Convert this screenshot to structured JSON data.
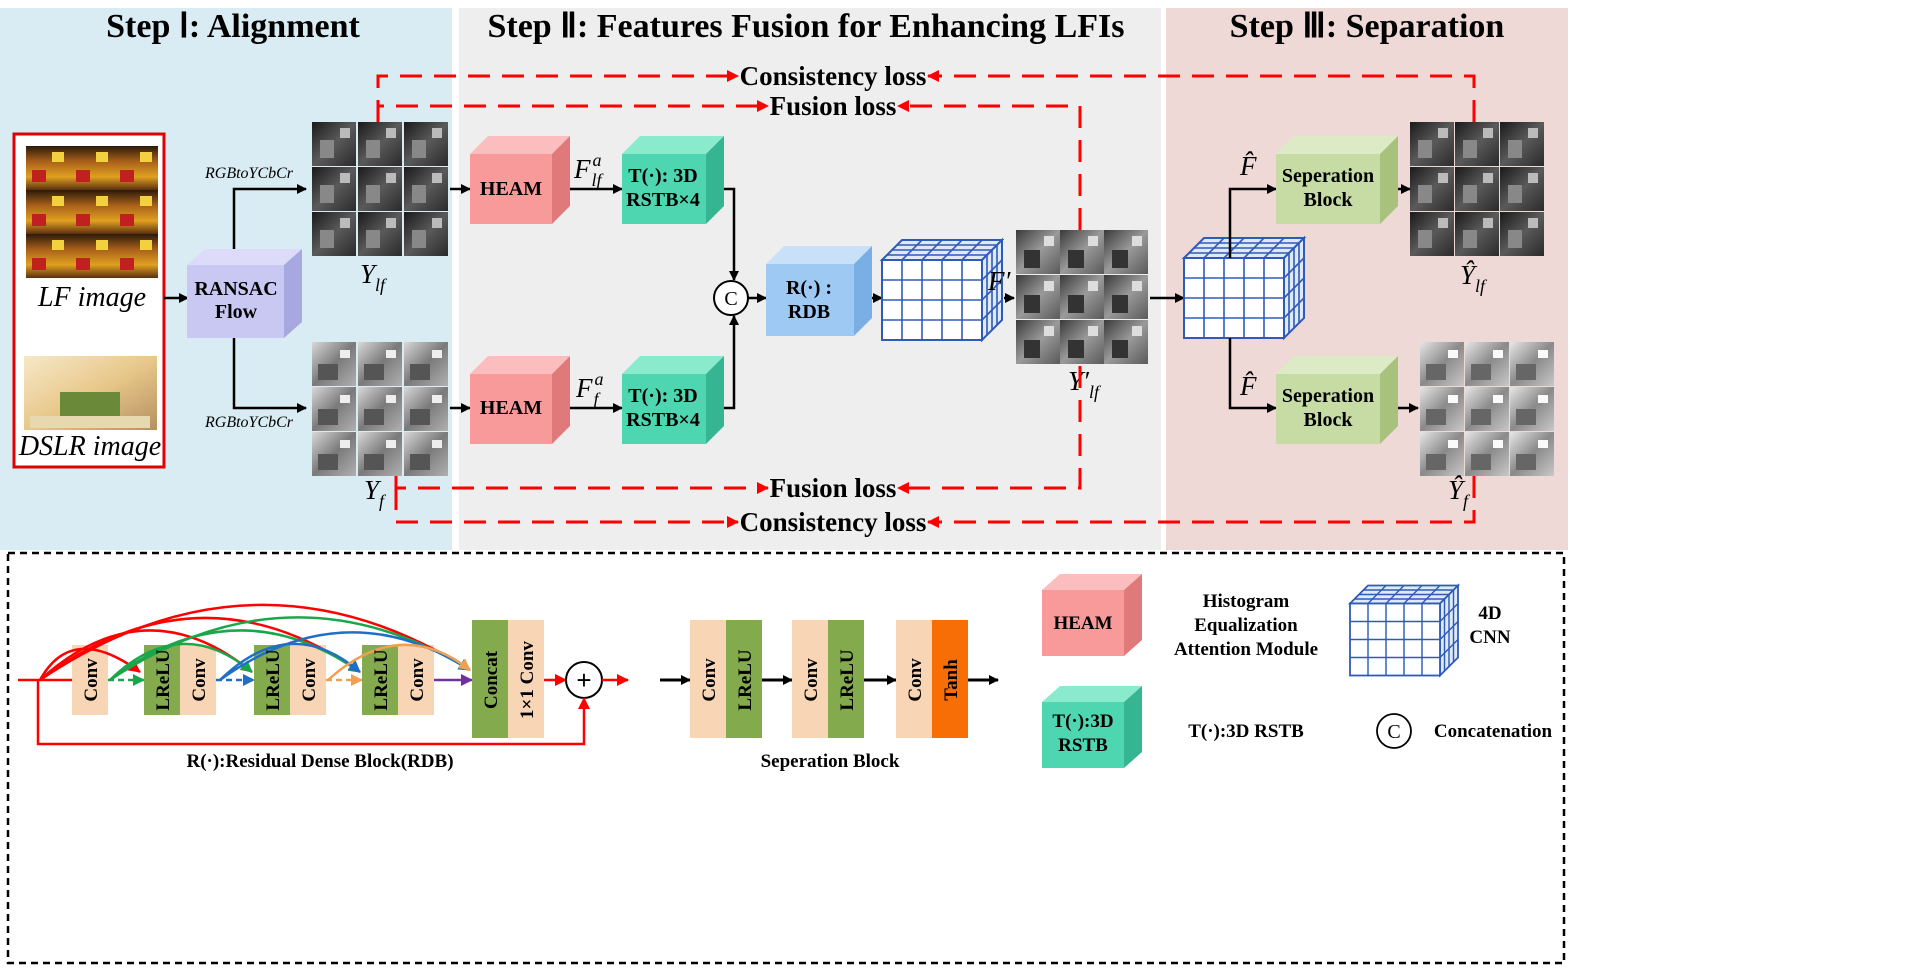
{
  "colors": {
    "step1_bg": "#d9ecf3",
    "step2_bg": "#eeeeee",
    "step3_bg": "#efd9d7",
    "loss_red": "#ff0000",
    "heam": "#f89a9a",
    "rstb": "#4dd6b0",
    "ransac": "#c8c8f2",
    "rdb": "#9dc9f3",
    "sep": "#c6dca4",
    "conv": "#f8d5b5",
    "lrelu": "#83ab4e",
    "tanh": "#f76e07"
  },
  "steps": {
    "s1": "Step Ⅰ: Alignment",
    "s2": "Step Ⅱ: Features Fusion for Enhancing LFIs",
    "s3": "Step Ⅲ: Separation"
  },
  "inputs": {
    "lf": "LF image",
    "dslr": "DSLR image",
    "rgb_to_ycbcr": "RGBtoYCbCr"
  },
  "blocks": {
    "ransac_1": "RANSAC",
    "ransac_2": "Flow",
    "heam": "HEAM",
    "t3d_1": "T(·): 3D",
    "t3d_2": "RSTB×4",
    "concat_symbol": "C",
    "r_1": "R(·) :",
    "r_2": "RDB",
    "sep_1": "Seperation",
    "sep_2": "Block"
  },
  "math": {
    "y_lf": "Y",
    "y_lf_sub": "lf",
    "y_f": "Y",
    "y_f_sub": "f",
    "f_lf_a": "F",
    "f_lf_a_sup": "a",
    "f_lf_a_sub": "lf",
    "f_f_a": "F",
    "f_f_a_sup": "a",
    "f_f_a_sub": "f",
    "f_prime": "F′",
    "y_lf_prime": "Y′",
    "y_lf_prime_sub": "lf",
    "f_hat": "F̂",
    "y_hat_lf": "Ŷ",
    "y_hat_lf_sub": "lf",
    "y_hat_f": "Ŷ",
    "y_hat_f_sub": "f"
  },
  "losses": {
    "consistency_top": "Consistency loss",
    "fusion_top": "Fusion loss",
    "fusion_bottom": "Fusion loss",
    "consistency_bottom": "Consistency loss"
  },
  "legend": {
    "rdb_layers": [
      "Conv",
      "LReLU",
      "Conv",
      "LReLU",
      "Conv",
      "LReLU",
      "Conv"
    ],
    "concat": "Concat",
    "conv1x1": "1×1 Conv",
    "plus": "+",
    "rdb_caption": "R(·):Residual Dense Block(RDB)",
    "sep_layers": [
      "Conv",
      "LReLU",
      "Conv",
      "LReLU",
      "Conv",
      "Tanh"
    ],
    "sep_caption": "Seperation Block",
    "heam_box": "HEAM",
    "heam_desc": [
      "Histogram",
      "Equalization",
      "Attention Module"
    ],
    "cnn4d_desc": [
      "4D",
      "CNN"
    ],
    "rstb_box_1": "T(·):3D",
    "rstb_box_2": "RSTB",
    "rstb_desc": "T(·):3D RSTB",
    "concat_desc": "Concatenation"
  }
}
